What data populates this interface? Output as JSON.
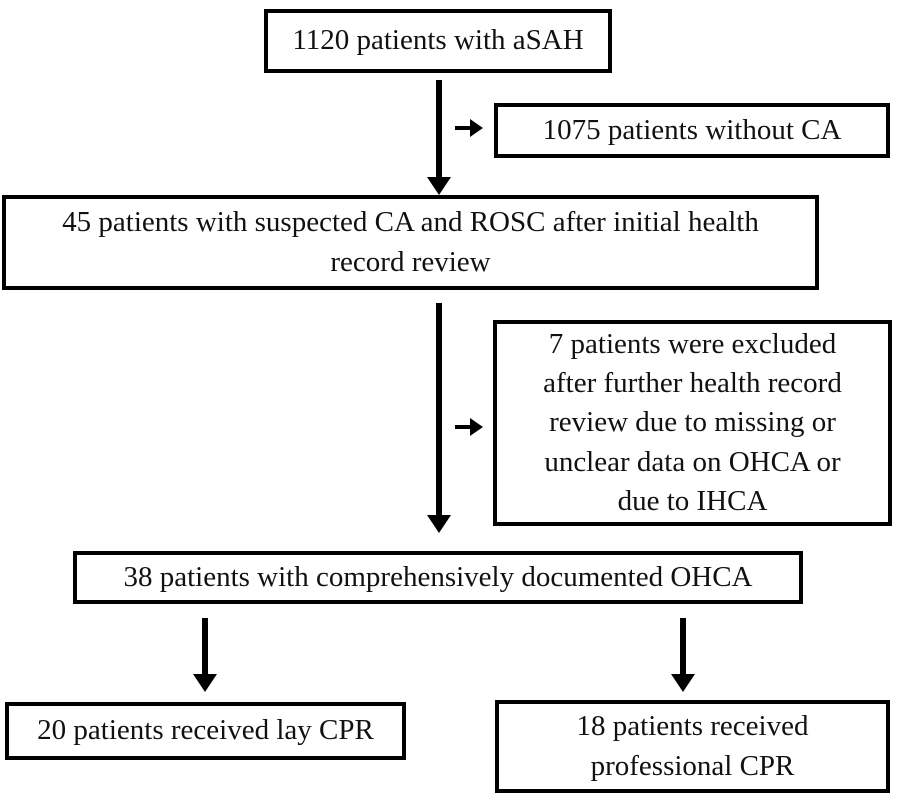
{
  "diagram": {
    "type": "flowchart",
    "topic": "Patient inclusion flow for aSAH cardiac arrest study",
    "colors": {
      "background": "#ffffff",
      "box_border": "#000000",
      "box_fill": "#ffffff",
      "text": "#111111",
      "arrow": "#000000"
    },
    "nodes": [
      {
        "id": "asah",
        "lines": [
          "1120 patients with aSAH"
        ]
      },
      {
        "id": "no-ca",
        "lines": [
          "1075 patients without CA"
        ]
      },
      {
        "id": "suspected-ca",
        "lines": [
          "45 patients with suspected CA and ROSC after initial health",
          "record review"
        ]
      },
      {
        "id": "excluded",
        "lines": [
          "7 patients were excluded",
          "after further health record",
          "review due to missing or",
          "unclear data on OHCA or",
          "due to IHCA"
        ]
      },
      {
        "id": "documented-ohca",
        "lines": [
          "38 patients with comprehensively documented OHCA"
        ]
      },
      {
        "id": "lay-cpr",
        "lines": [
          "20 patients received lay CPR"
        ]
      },
      {
        "id": "professional-cpr",
        "lines": [
          "18 patients received",
          "professional CPR"
        ]
      }
    ],
    "edges": [
      {
        "from": "asah",
        "to": "suspected-ca",
        "direction": "down"
      },
      {
        "from": "asah",
        "to": "no-ca",
        "direction": "right-branch"
      },
      {
        "from": "suspected-ca",
        "to": "documented-ohca",
        "direction": "down"
      },
      {
        "from": "suspected-ca",
        "to": "excluded",
        "direction": "right-branch"
      },
      {
        "from": "documented-ohca",
        "to": "lay-cpr",
        "direction": "down"
      },
      {
        "from": "documented-ohca",
        "to": "professional-cpr",
        "direction": "down"
      }
    ]
  }
}
